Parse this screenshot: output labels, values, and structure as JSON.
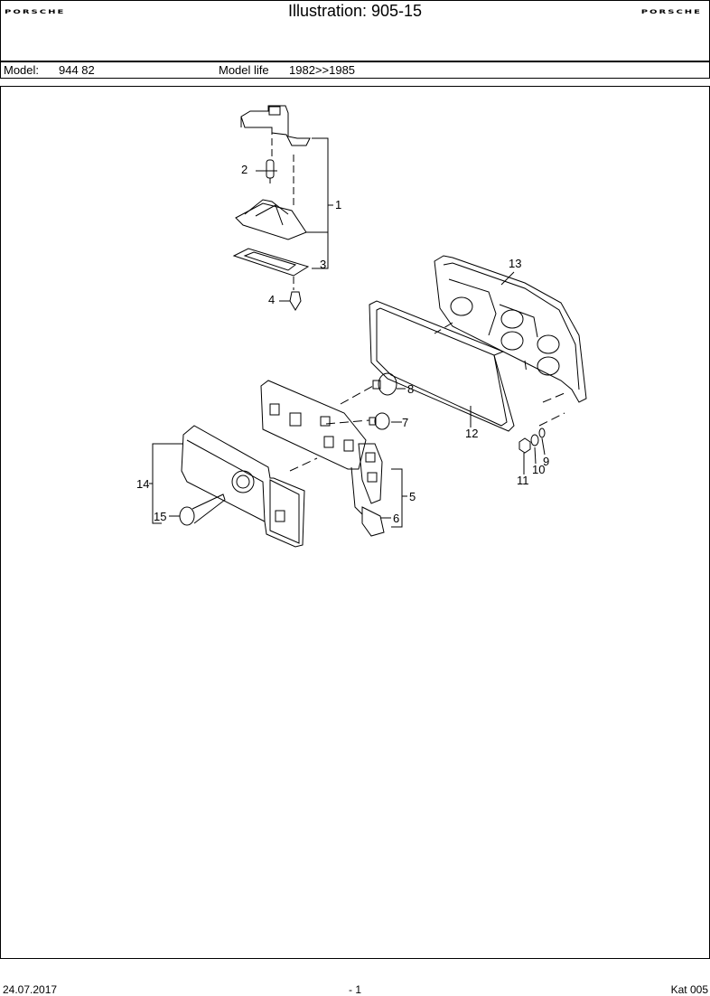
{
  "header": {
    "logo_left": "PORSCHE",
    "logo_right": "PORSCHE",
    "title": "Illustration: 905-15"
  },
  "model_bar": {
    "model_label": "Model:",
    "model_value": "944 82",
    "life_label": "Model life",
    "life_value": "1982>>1985"
  },
  "callouts": [
    "1",
    "2",
    "3",
    "4",
    "5",
    "6",
    "7",
    "8",
    "9",
    "10",
    "11",
    "12",
    "13",
    "14",
    "15"
  ],
  "footer": {
    "date": "24.07.2017",
    "page": "- 1",
    "catalog": "Kat 005"
  }
}
